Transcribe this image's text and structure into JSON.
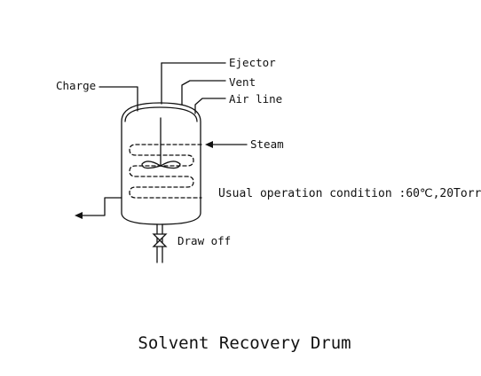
{
  "labels": {
    "ejector": "Ejector",
    "vent": "Vent",
    "air_line": "Air line",
    "charge": "Charge",
    "steam": "Steam",
    "operation_condition": "Usual operation condition :60℃,20Torr",
    "draw_off": "Draw off"
  },
  "caption": "Solvent Recovery Drum",
  "colors": {
    "ink": "#111111",
    "background": "#ffffff"
  }
}
